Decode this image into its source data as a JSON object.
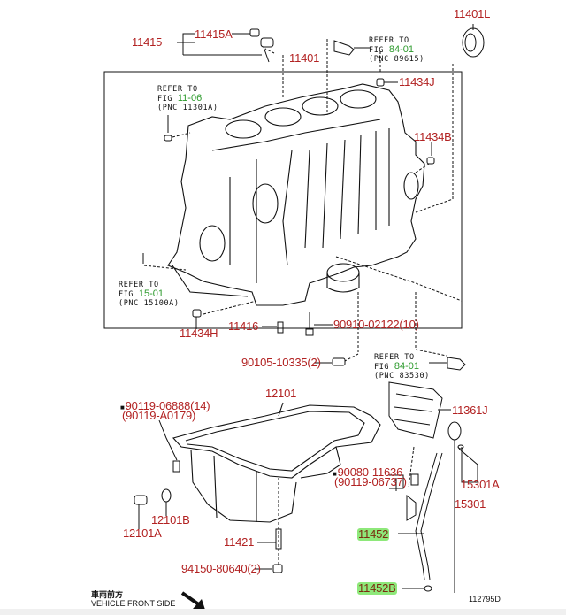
{
  "diagram": {
    "drawing_number": "112795D",
    "orientation": {
      "label_ja": "車両前方",
      "label_en": "VEHICLE FRONT SIDE",
      "icon": "arrow-down-right-icon"
    },
    "parts": [
      {
        "id": "p11415",
        "number": "11415",
        "highlighted": false
      },
      {
        "id": "p11415A",
        "number": "11415A",
        "highlighted": false
      },
      {
        "id": "p11401",
        "number": "11401",
        "highlighted": false
      },
      {
        "id": "p11401L",
        "number": "11401L",
        "highlighted": false
      },
      {
        "id": "p11434J",
        "number": "11434J",
        "highlighted": false
      },
      {
        "id": "p11434B",
        "number": "11434B",
        "highlighted": false
      },
      {
        "id": "p11434H",
        "number": "11434H",
        "highlighted": false
      },
      {
        "id": "p11416",
        "number": "11416",
        "highlighted": false
      },
      {
        "id": "p90910",
        "number": "90910-02122(10)",
        "highlighted": false
      },
      {
        "id": "p90105",
        "number": "90105-10335(2)",
        "highlighted": false
      },
      {
        "id": "p12101",
        "number": "12101",
        "highlighted": false
      },
      {
        "id": "p90119a",
        "number": "90119-06888(14)",
        "highlighted": false
      },
      {
        "id": "p90119b",
        "number": "(90119-A0179)",
        "highlighted": false
      },
      {
        "id": "p11361J",
        "number": "11361J",
        "highlighted": false
      },
      {
        "id": "p90080",
        "number": "90080-11636",
        "highlighted": false
      },
      {
        "id": "p90119c",
        "number": "(90119-06737)",
        "highlighted": false
      },
      {
        "id": "p15301A",
        "number": "15301A",
        "highlighted": false
      },
      {
        "id": "p15301",
        "number": "15301",
        "highlighted": false
      },
      {
        "id": "p12101B",
        "number": "12101B",
        "highlighted": false
      },
      {
        "id": "p12101A",
        "number": "12101A",
        "highlighted": false
      },
      {
        "id": "p11421",
        "number": "11421",
        "highlighted": false
      },
      {
        "id": "p94150",
        "number": "94150-80640(2)",
        "highlighted": false
      },
      {
        "id": "p11452",
        "number": "11452",
        "highlighted": true
      },
      {
        "id": "p11452B",
        "number": "11452B",
        "highlighted": true
      }
    ],
    "references": [
      {
        "line1": "REFER TO",
        "fig_prefix": "FIG",
        "fig": "84-01",
        "pnc": "(PNC 89615)"
      },
      {
        "line1": "REFER TO",
        "fig_prefix": "FIG",
        "fig": "11-06",
        "pnc": "(PNC 11301A)"
      },
      {
        "line1": "REFER TO",
        "fig_prefix": "FIG",
        "fig": "15-01",
        "pnc": "(PNC 15100A)"
      },
      {
        "line1": "REFER TO",
        "fig_prefix": "FIG",
        "fig": "84-01",
        "pnc": "(PNC 83530)"
      }
    ],
    "colors": {
      "part_label": "#b22222",
      "fig_reference": "#2e9b2e",
      "highlight": "#8ee87a",
      "line": "#111111"
    }
  }
}
